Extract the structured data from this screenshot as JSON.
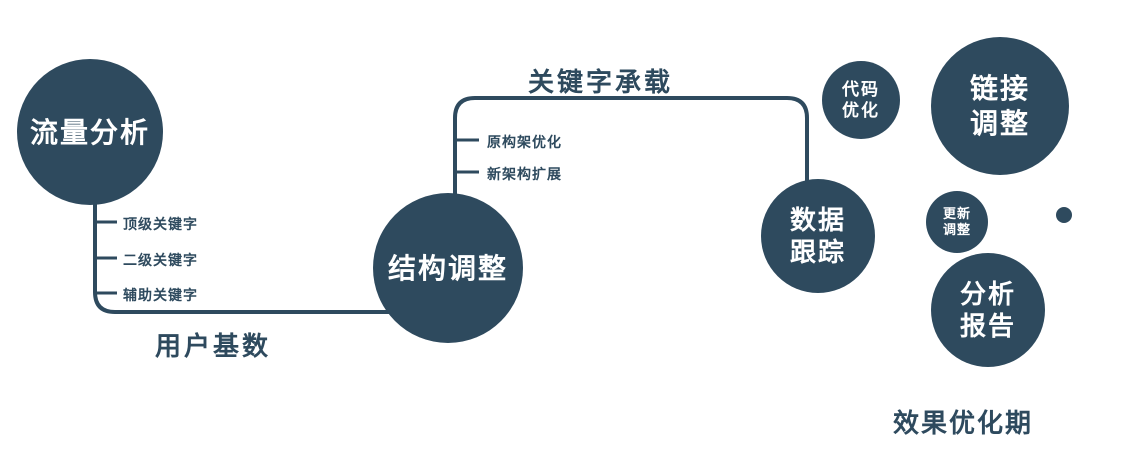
{
  "diagram": {
    "colors": {
      "primary": "#2e4a5e",
      "node_text": "#ffffff",
      "background": "#ffffff"
    },
    "nodes": {
      "traffic": {
        "label": "流量分析"
      },
      "structure": {
        "label": "结构调整"
      },
      "data_tracking": {
        "label": "数据\n跟踪"
      },
      "code_optimization": {
        "label": "代码\n优化"
      },
      "link_adjustment": {
        "label": "链接\n调整"
      },
      "update_adjustment": {
        "label": "更新\n调整"
      },
      "analysis_report": {
        "label": "分析\n报告"
      }
    },
    "edge_labels": {
      "user_base": "用户基数",
      "keyword_carry": "关键字承载"
    },
    "branches": {
      "keywords": [
        "顶级关键字",
        "二级关键字",
        "辅助关键字"
      ],
      "architecture": [
        "原构架优化",
        "新架构扩展"
      ]
    },
    "caption": "效果优化期"
  }
}
